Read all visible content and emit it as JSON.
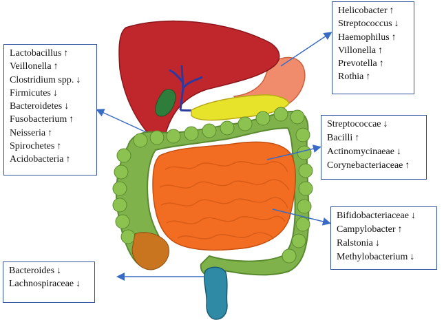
{
  "colors": {
    "box_border": "#2e4f9a",
    "arrow": "#3a6bc4",
    "liver": "#c0272d",
    "stomach": "#f08c6b",
    "pancreas": "#e6e32a",
    "gallbladder": "#2f7d3a",
    "large_intestine": "#7fb24a",
    "small_intestine": "#f26d21",
    "rectum": "#2f8aa6"
  },
  "boxes": {
    "liver": {
      "items": [
        {
          "name": "Lactobacillus",
          "arrow": "↑"
        },
        {
          "name": "Veillonella",
          "arrow": "↑"
        },
        {
          "name": "Clostridium spp.",
          "arrow": "↓"
        },
        {
          "name": "Firmicutes",
          "arrow": "↓"
        },
        {
          "name": "Bacteroidetes",
          "arrow": "↓"
        },
        {
          "name": "Fusobacterium",
          "arrow": "↑"
        },
        {
          "name": "Neisseria",
          "arrow": "↑"
        },
        {
          "name": "Spirochetes",
          "arrow": "↑"
        },
        {
          "name": "Acidobacteria",
          "arrow": "↑"
        }
      ]
    },
    "stomach": {
      "items": [
        {
          "name": "Helicobacter",
          "arrow": "↑"
        },
        {
          "name": "Streptococcus",
          "arrow": "↓"
        },
        {
          "name": "Haemophilus",
          "arrow": "↑"
        },
        {
          "name": "Villonella",
          "arrow": "↑"
        },
        {
          "name": "Prevotella",
          "arrow": "↑"
        },
        {
          "name": "Rothia",
          "arrow": "↑"
        }
      ]
    },
    "duodenum": {
      "items": [
        {
          "name": "Streptococcae",
          "arrow": "↓"
        },
        {
          "name": "Bacilli",
          "arrow": "↑"
        },
        {
          "name": "Actinomycinaeae",
          "arrow": "↓"
        },
        {
          "name": "Corynebacteriaceae",
          "arrow": "↑"
        }
      ]
    },
    "ileum": {
      "items": [
        {
          "name": "Bifidobacteriaceae",
          "arrow": "↓"
        },
        {
          "name": "Campylobacter",
          "arrow": "↑"
        },
        {
          "name": "Ralstonia",
          "arrow": "↓"
        },
        {
          "name": "Methylobacterium",
          "arrow": "↓"
        }
      ]
    },
    "colon": {
      "items": [
        {
          "name": "Bacteroides",
          "arrow": "↓"
        },
        {
          "name": "Lachnospiraceae",
          "arrow": "↓"
        }
      ]
    }
  }
}
